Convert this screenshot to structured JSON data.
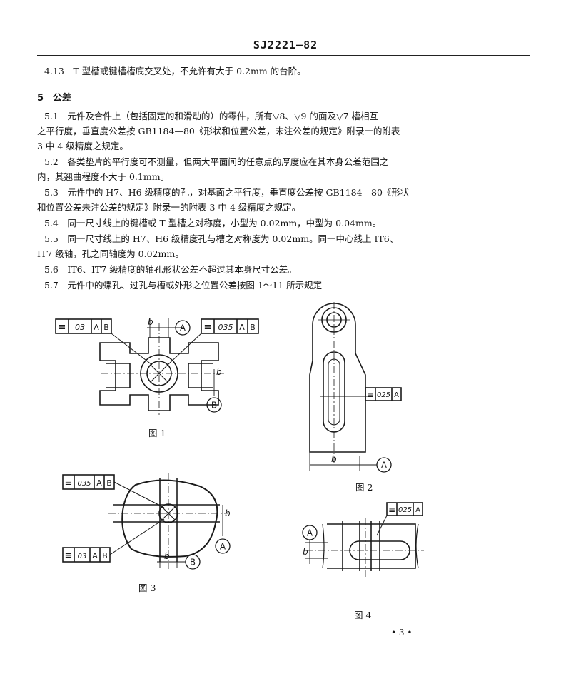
{
  "header": {
    "doc_number": "SJ2221—82"
  },
  "body": {
    "p4_13": "4.13　T 型槽或键槽槽底交叉处，不允许有大于 0.2mm 的台阶。",
    "section5_title": "5　公差",
    "p5_1_line1": "5.1　元件及合件上（包括固定的和滑动的）的零件，所有▽8、▽9 的面及▽7 槽相互",
    "p5_1_line2": "之平行度，垂直度公差按 GB1184—80《形状和位置公差，未注公差的规定》附录一的附表",
    "p5_1_line3": "3 中 4 级精度之规定。",
    "p5_2_line1": "5.2　各类垫片的平行度可不测量，但两大平面间的任意点的厚度应在其本身公差范围之",
    "p5_2_line2": "内，其翘曲程度不大于 0.1mm。",
    "p5_3_line1": "5.3　元件中的 H7、H6 级精度的孔，对基面之平行度，垂直度公差按 GB1184—80《形状",
    "p5_3_line2": "和位置公差未注公差的规定》附录一的附表 3 中 4 级精度之规定。",
    "p5_4": "5.4　同一尺寸线上的键槽或 T 型槽之对称度，小型为 0.02mm，中型为 0.04mm。",
    "p5_5_line1": "5.5　同一尺寸线上的 H7、H6 级精度孔与槽之对称度为 0.02mm。同一中心线上 IT6、",
    "p5_5_line2": "IT7 级轴，孔之同轴度为 0.02mm。",
    "p5_6": "5.6　IT6、IT7 级精度的轴孔形状公差不超过其本身尺寸公差。",
    "p5_7": "5.7　元件中的螺孔、过孔与槽或外形之位置公差按图 1～11 所示规定"
  },
  "figures": {
    "fig1": {
      "caption": "图 1",
      "frame_left": {
        "symbol": "≡",
        "value": "03",
        "datum1": "A",
        "datum2": "B"
      },
      "frame_right": {
        "symbol": "≡",
        "value": "035",
        "datum1": "A",
        "datum2": "B"
      },
      "dim_b": "b",
      "datum_A": "A",
      "datum_B": "B"
    },
    "fig2": {
      "caption": "图 2",
      "frame": {
        "symbol": "≡",
        "value": "025",
        "datum1": "A"
      },
      "dim_b": "b",
      "datum_A": "A"
    },
    "fig3": {
      "caption": "图 3",
      "frame_top": {
        "symbol": "≡",
        "value": "035",
        "datum1": "A",
        "datum2": "B"
      },
      "frame_bottom": {
        "symbol": "≡",
        "value": "03",
        "datum1": "A",
        "datum2": "B"
      },
      "dim_b": "b",
      "datum_A": "A",
      "datum_B": "B"
    },
    "fig4": {
      "caption": "图 4",
      "frame": {
        "symbol": "≡",
        "value": "025",
        "datum1": "A"
      },
      "dim_b": "b",
      "datum_A": "A"
    }
  },
  "footer": {
    "page_number": "• 3 •"
  }
}
